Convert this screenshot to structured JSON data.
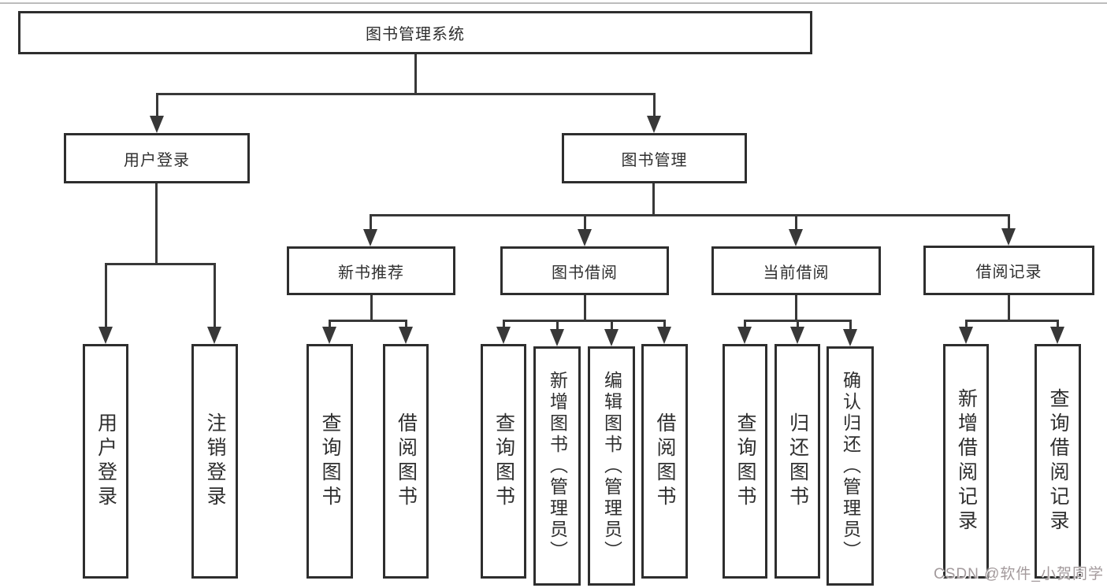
{
  "diagram": {
    "root": {
      "label": "图书管理系统"
    },
    "level2": [
      {
        "label": "用户登录"
      },
      {
        "label": "图书管理"
      }
    ],
    "level3": [
      {
        "label": "新书推荐"
      },
      {
        "label": "图书借阅"
      },
      {
        "label": "当前借阅"
      },
      {
        "label": "借阅记录"
      }
    ],
    "leaves": [
      {
        "label": "用户登录"
      },
      {
        "label": "注销登录"
      },
      {
        "label": "查询图书"
      },
      {
        "label": "借阅图书"
      },
      {
        "label": "查询图书"
      },
      {
        "label": "新增图书（管理员）"
      },
      {
        "label": "编辑图书（管理员）"
      },
      {
        "label": "借阅图书"
      },
      {
        "label": "查询图书"
      },
      {
        "label": "归还图书"
      },
      {
        "label": "确认归还（管理员）"
      },
      {
        "label": "新增借阅记录"
      },
      {
        "label": "查询借阅记录"
      }
    ],
    "watermark": "CSDN @软件_小贺同学",
    "colors": {
      "line": "#383838",
      "box_border": "#2e2e2e",
      "text": "#2f2f2f",
      "watermark": "#a39a9c",
      "background": "#ffffff",
      "page_rule": "#bcbcbc"
    }
  }
}
